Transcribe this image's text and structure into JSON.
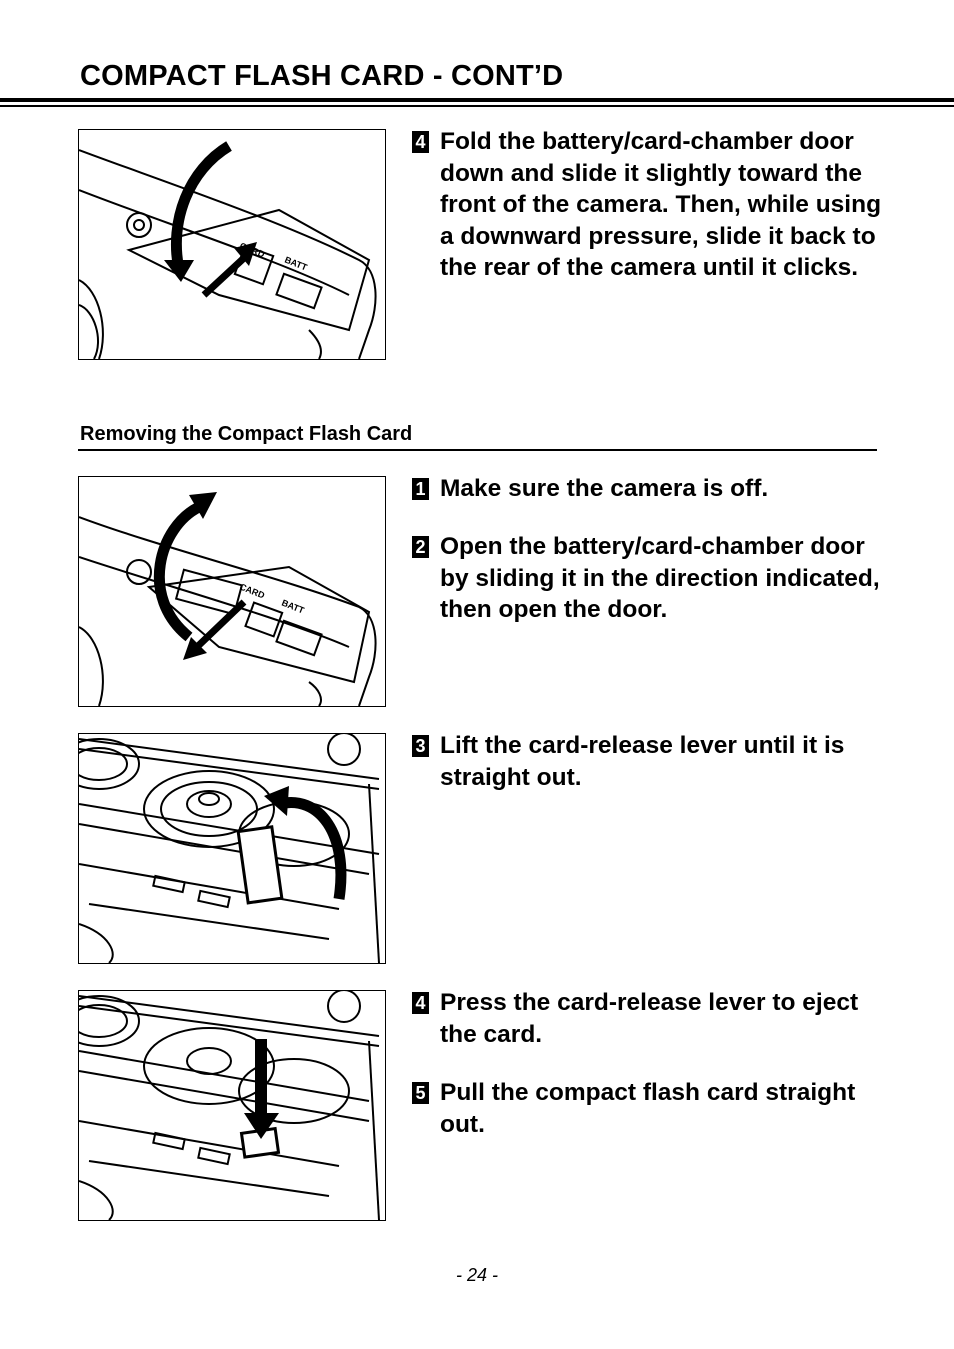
{
  "page": {
    "title": "COMPACT FLASH CARD - CONT’D",
    "section_heading": "Removing the Compact Flash Card",
    "page_number": "- 24 -"
  },
  "figures": [
    {
      "labels": [
        "CARD",
        "BATT"
      ]
    },
    {
      "labels": [
        "CARD",
        "BATT"
      ]
    },
    {
      "labels": []
    },
    {
      "labels": []
    }
  ],
  "steps": [
    {
      "num": "4",
      "text": "Fold the battery/card-chamber door down and slide it slightly toward the front of the camera. Then, while using a downward pressure, slide it back to the rear of the camera until it clicks."
    },
    {
      "num": "1",
      "text": "Make sure the camera is off."
    },
    {
      "num": "2",
      "text": "Open the battery/card-chamber door by sliding it in the direction indicated, then open the door."
    },
    {
      "num": "3",
      "text": "Lift the card-release lever until it is straight out."
    },
    {
      "num": "4",
      "text": "Press the card-release lever to eject the card."
    },
    {
      "num": "5",
      "text": "Pull the compact flash card straight out."
    }
  ]
}
